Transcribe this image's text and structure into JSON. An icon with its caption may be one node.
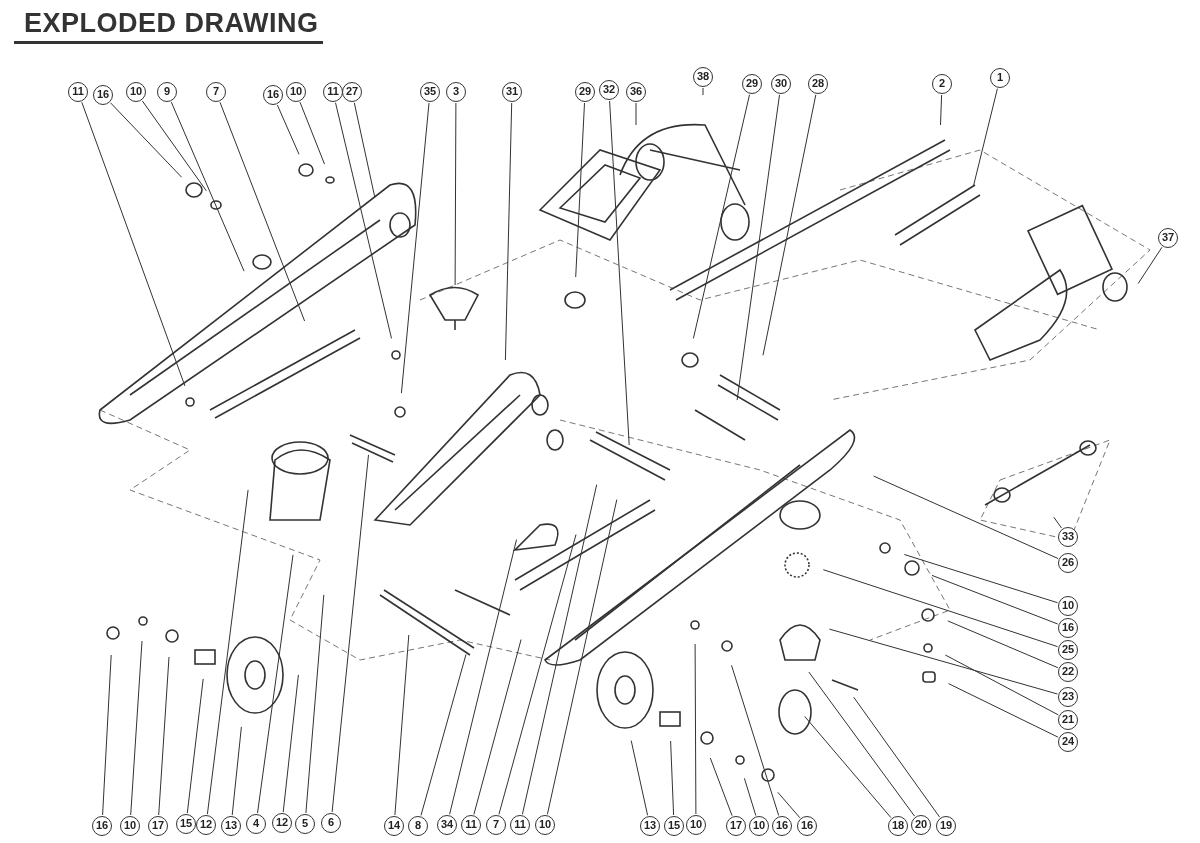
{
  "diagram": {
    "title": "EXPLODED DRAWING",
    "nodes": [
      {
        "text": [
          "11"
        ]
      },
      {
        "text": [
          "16"
        ]
      },
      {
        "text": [
          "10"
        ]
      },
      {
        "text": [
          "9"
        ]
      },
      {
        "text": [
          "7"
        ]
      },
      {
        "text": [
          "16"
        ]
      },
      {
        "text": [
          "10"
        ]
      },
      {
        "text": [
          "11"
        ]
      },
      {
        "text": [
          "27"
        ]
      },
      {
        "text": [
          "35"
        ]
      },
      {
        "text": [
          "3"
        ]
      },
      {
        "text": [
          "31"
        ]
      },
      {
        "text": [
          "29"
        ]
      },
      {
        "text": [
          "32"
        ]
      },
      {
        "text": [
          "36"
        ]
      },
      {
        "text": [
          "38"
        ]
      },
      {
        "text": [
          "29"
        ]
      },
      {
        "text": [
          "30"
        ]
      },
      {
        "text": [
          "28"
        ]
      },
      {
        "text": [
          "2"
        ]
      },
      {
        "text": [
          "1"
        ]
      },
      {
        "text": [
          "37"
        ]
      },
      {
        "text": [
          "33"
        ]
      },
      {
        "text": [
          "26"
        ]
      },
      {
        "text": [
          "10"
        ]
      },
      {
        "text": [
          "16"
        ]
      },
      {
        "text": [
          "25"
        ]
      },
      {
        "text": [
          "22"
        ]
      },
      {
        "text": [
          "23"
        ]
      },
      {
        "text": [
          "21"
        ]
      },
      {
        "text": [
          "24"
        ]
      },
      {
        "text": [
          "16"
        ]
      },
      {
        "text": [
          "10"
        ]
      },
      {
        "text": [
          "17"
        ]
      },
      {
        "text": [
          "15"
        ]
      },
      {
        "text": [
          "12"
        ]
      },
      {
        "text": [
          "13"
        ]
      },
      {
        "text": [
          "4"
        ]
      },
      {
        "text": [
          "12"
        ]
      },
      {
        "text": [
          "5"
        ]
      },
      {
        "text": [
          "6"
        ]
      },
      {
        "text": [
          "14"
        ]
      },
      {
        "text": [
          "8"
        ]
      },
      {
        "text": [
          "34"
        ]
      },
      {
        "text": [
          "11"
        ]
      },
      {
        "text": [
          "7"
        ]
      },
      {
        "text": [
          "11"
        ]
      },
      {
        "text": [
          "10"
        ]
      },
      {
        "text": [
          "13"
        ]
      },
      {
        "text": [
          "15"
        ]
      },
      {
        "text": [
          "10"
        ]
      },
      {
        "text": [
          "17"
        ]
      },
      {
        "text": [
          "10"
        ]
      },
      {
        "text": [
          "16"
        ]
      },
      {
        "text": [
          "16"
        ]
      },
      {
        "text": [
          "18"
        ]
      },
      {
        "text": [
          "20"
        ]
      },
      {
        "text": [
          "19"
        ]
      }
    ],
    "edges": [
      {
        "from": 0,
        "to": null,
        "arrow": "none"
      },
      {
        "from": 1,
        "to": null,
        "arrow": "none"
      },
      {
        "from": 2,
        "to": null,
        "arrow": "none"
      },
      {
        "from": 3,
        "to": null,
        "arrow": "none"
      },
      {
        "from": 4,
        "to": null,
        "arrow": "none"
      },
      {
        "from": 5,
        "to": null,
        "arrow": "none"
      },
      {
        "from": 6,
        "to": null,
        "arrow": "none"
      },
      {
        "from": 7,
        "to": null,
        "arrow": "none"
      },
      {
        "from": 8,
        "to": null,
        "arrow": "none"
      },
      {
        "from": 9,
        "to": null,
        "arrow": "none"
      },
      {
        "from": 10,
        "to": null,
        "arrow": "none"
      },
      {
        "from": 11,
        "to": null,
        "arrow": "none"
      },
      {
        "from": 12,
        "to": null,
        "arrow": "none"
      },
      {
        "from": 13,
        "to": null,
        "arrow": "none"
      },
      {
        "from": 14,
        "to": null,
        "arrow": "none"
      },
      {
        "from": 15,
        "to": null,
        "arrow": "none"
      },
      {
        "from": 16,
        "to": null,
        "arrow": "none"
      },
      {
        "from": 17,
        "to": null,
        "arrow": "none"
      },
      {
        "from": 18,
        "to": null,
        "arrow": "none"
      },
      {
        "from": 19,
        "to": null,
        "arrow": "none"
      },
      {
        "from": 20,
        "to": null,
        "arrow": "none"
      },
      {
        "from": 21,
        "to": null,
        "arrow": "none"
      },
      {
        "from": 22,
        "to": null,
        "arrow": "none"
      },
      {
        "from": 23,
        "to": null,
        "arrow": "none"
      },
      {
        "from": 24,
        "to": null,
        "arrow": "none"
      },
      {
        "from": 25,
        "to": null,
        "arrow": "none"
      },
      {
        "from": 26,
        "to": null,
        "arrow": "none"
      },
      {
        "from": 27,
        "to": null,
        "arrow": "none"
      },
      {
        "from": 28,
        "to": null,
        "arrow": "none"
      },
      {
        "from": 29,
        "to": null,
        "arrow": "none"
      },
      {
        "from": 30,
        "to": null,
        "arrow": "none"
      },
      {
        "from": 31,
        "to": null,
        "arrow": "none"
      },
      {
        "from": 32,
        "to": null,
        "arrow": "none"
      },
      {
        "from": 33,
        "to": null,
        "arrow": "none"
      },
      {
        "from": 34,
        "to": null,
        "arrow": "none"
      },
      {
        "from": 35,
        "to": null,
        "arrow": "none"
      },
      {
        "from": 36,
        "to": null,
        "arrow": "none"
      },
      {
        "from": 37,
        "to": null,
        "arrow": "none"
      },
      {
        "from": 38,
        "to": null,
        "arrow": "none"
      },
      {
        "from": 39,
        "to": null,
        "arrow": "none"
      },
      {
        "from": 40,
        "to": null,
        "arrow": "none"
      },
      {
        "from": 41,
        "to": null,
        "arrow": "none"
      },
      {
        "from": 42,
        "to": null,
        "arrow": "none"
      },
      {
        "from": 43,
        "to": null,
        "arrow": "none"
      },
      {
        "from": 44,
        "to": null,
        "arrow": "none"
      },
      {
        "from": 45,
        "to": null,
        "arrow": "none"
      },
      {
        "from": 46,
        "to": null,
        "arrow": "none"
      },
      {
        "from": 47,
        "to": null,
        "arrow": "none"
      },
      {
        "from": 48,
        "to": null,
        "arrow": "none"
      },
      {
        "from": 49,
        "to": null,
        "arrow": "none"
      },
      {
        "from": 50,
        "to": null,
        "arrow": "none"
      },
      {
        "from": 51,
        "to": null,
        "arrow": "none"
      },
      {
        "from": 52,
        "to": null,
        "arrow": "none"
      },
      {
        "from": 53,
        "to": null,
        "arrow": "none"
      },
      {
        "from": 54,
        "to": null,
        "arrow": "none"
      },
      {
        "from": 55,
        "to": null,
        "arrow": "none"
      },
      {
        "from": 56,
        "to": null,
        "arrow": "none"
      },
      {
        "from": 57,
        "to": null,
        "arrow": "none"
      }
    ]
  }
}
